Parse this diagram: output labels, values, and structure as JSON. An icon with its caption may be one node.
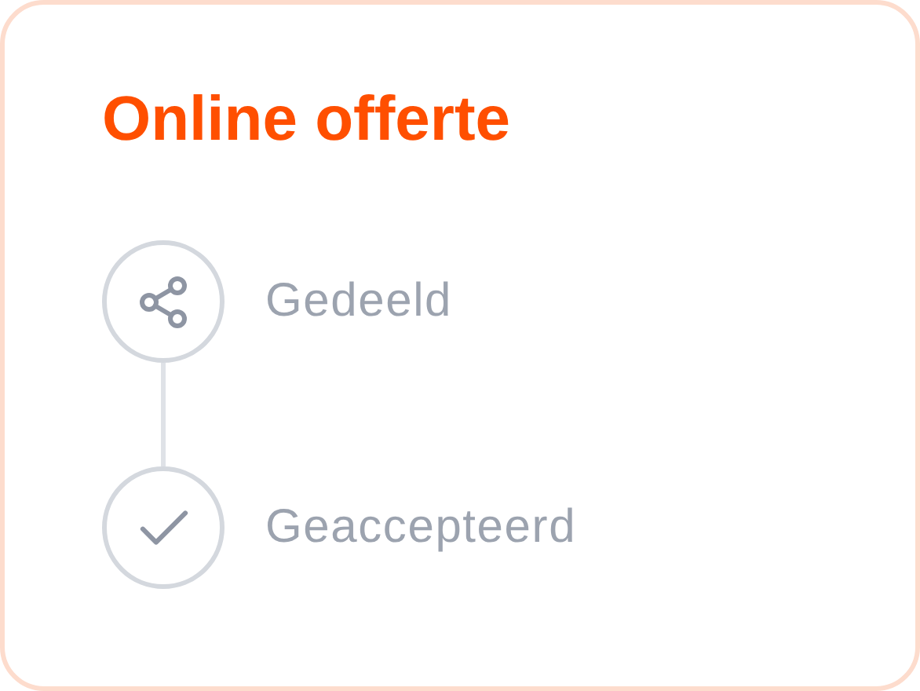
{
  "diagram": {
    "nodes": [
      {
        "text": [
          "Online offerte"
        ]
      },
      {
        "text": [],
        "shape": "circle",
        "in": 0,
        "beside": [
          "Gedeeld"
        ]
      },
      {
        "text": [],
        "shape": "circle",
        "in": 0,
        "beside": [
          "Geaccepteerd"
        ]
      }
    ],
    "edges": [
      {
        "from": 1,
        "to": 2,
        "arrow": "none"
      }
    ]
  }
}
